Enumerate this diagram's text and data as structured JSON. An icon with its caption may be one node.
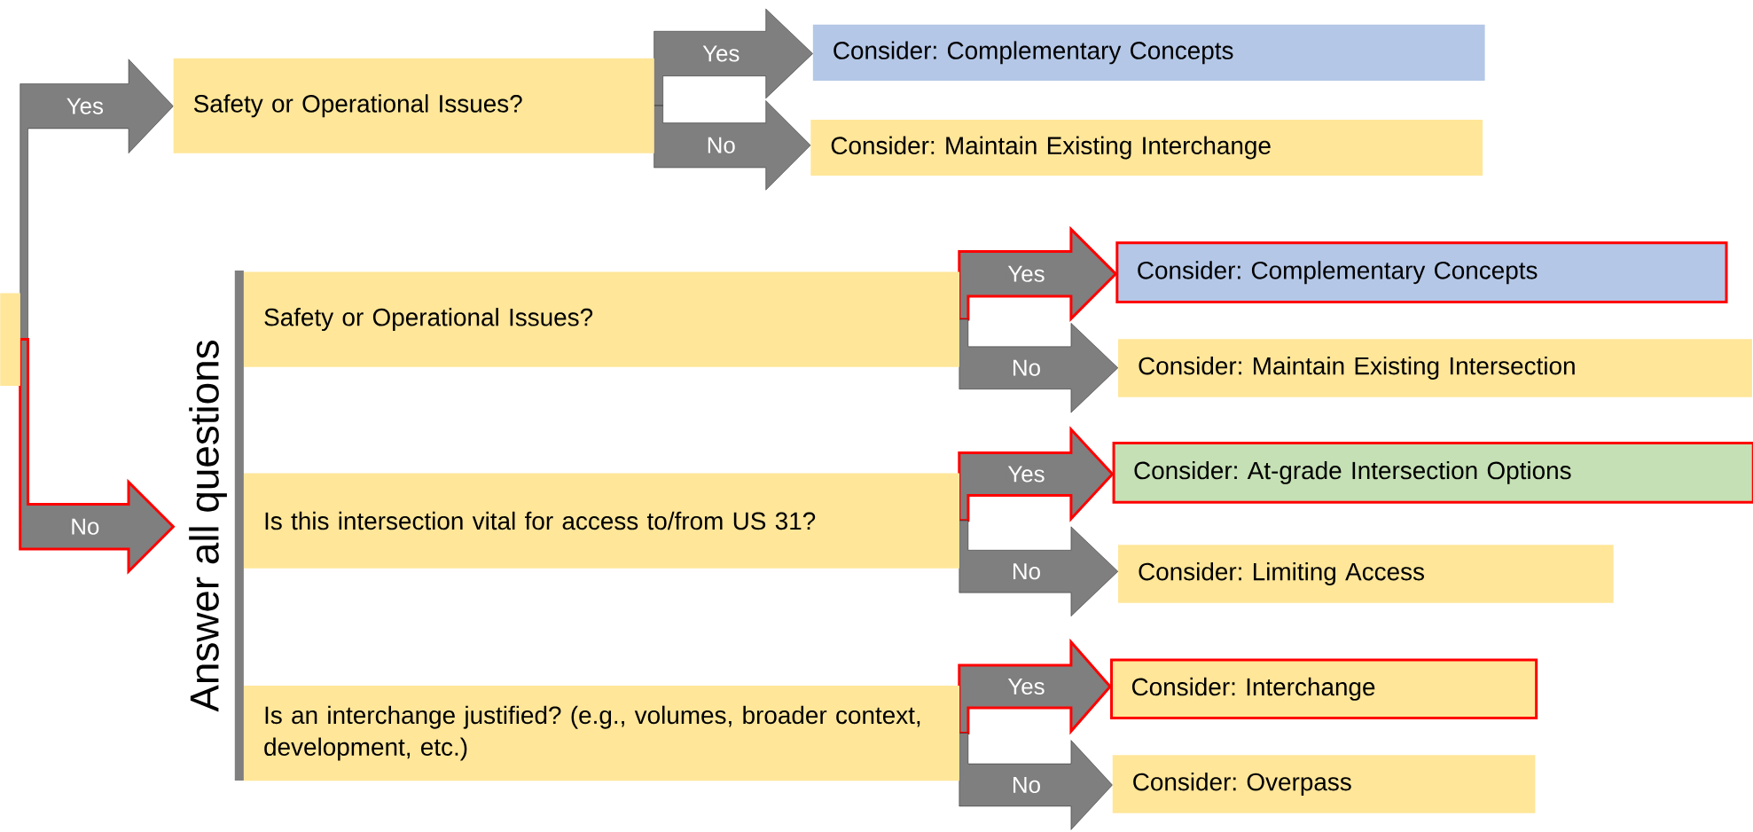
{
  "diagram": {
    "nodes": [
      {
        "text": [],
        "shape": "box"
      },
      {
        "text": [
          "Safety or Operational Issues?"
        ]
      },
      {
        "text": [
          "Consider: Complementary Concepts"
        ]
      },
      {
        "text": [
          "Consider: Maintain Existing Interchange"
        ]
      },
      {
        "text": [
          "Answer all questions"
        ]
      },
      {
        "text": [
          "Safety or Operational Issues?"
        ]
      },
      {
        "text": [
          "Is this intersection vital for access to/from US 31?"
        ]
      },
      {
        "text": [
          "Is an interchange justified? (e.g., volumes, broader context, development, etc.)"
        ]
      },
      {
        "text": [
          "Consider: Complementary Concepts"
        ]
      },
      {
        "text": [
          "Consider: Maintain Existing Intersection"
        ]
      },
      {
        "text": [
          "Consider: At-grade Intersection Options"
        ]
      },
      {
        "text": [
          "Consider: Limiting Access"
        ]
      },
      {
        "text": [
          "Consider: Interchange"
        ]
      },
      {
        "text": [
          "Consider: Overpass"
        ]
      }
    ],
    "edges": [
      {
        "from": 0,
        "to": 1,
        "arrow": "to",
        "label": "Yes"
      },
      {
        "from": 0,
        "to": 4,
        "arrow": "to",
        "label": "No",
        "color": "#ff0000"
      },
      {
        "from": 1,
        "to": 2,
        "arrow": "to",
        "label": "Yes"
      },
      {
        "from": 1,
        "to": 3,
        "arrow": "to",
        "label": "No"
      },
      {
        "from": 5,
        "to": 8,
        "arrow": "to",
        "label": "Yes",
        "color": "#ff0000"
      },
      {
        "from": 5,
        "to": 9,
        "arrow": "to",
        "label": "No"
      },
      {
        "from": 6,
        "to": 10,
        "arrow": "to",
        "label": "Yes",
        "color": "#ff0000"
      },
      {
        "from": 6,
        "to": 11,
        "arrow": "to",
        "label": "No"
      },
      {
        "from": 7,
        "to": 12,
        "arrow": "to",
        "label": "Yes",
        "color": "#ff0000"
      },
      {
        "from": 7,
        "to": 13,
        "arrow": "to",
        "label": "No"
      }
    ]
  }
}
